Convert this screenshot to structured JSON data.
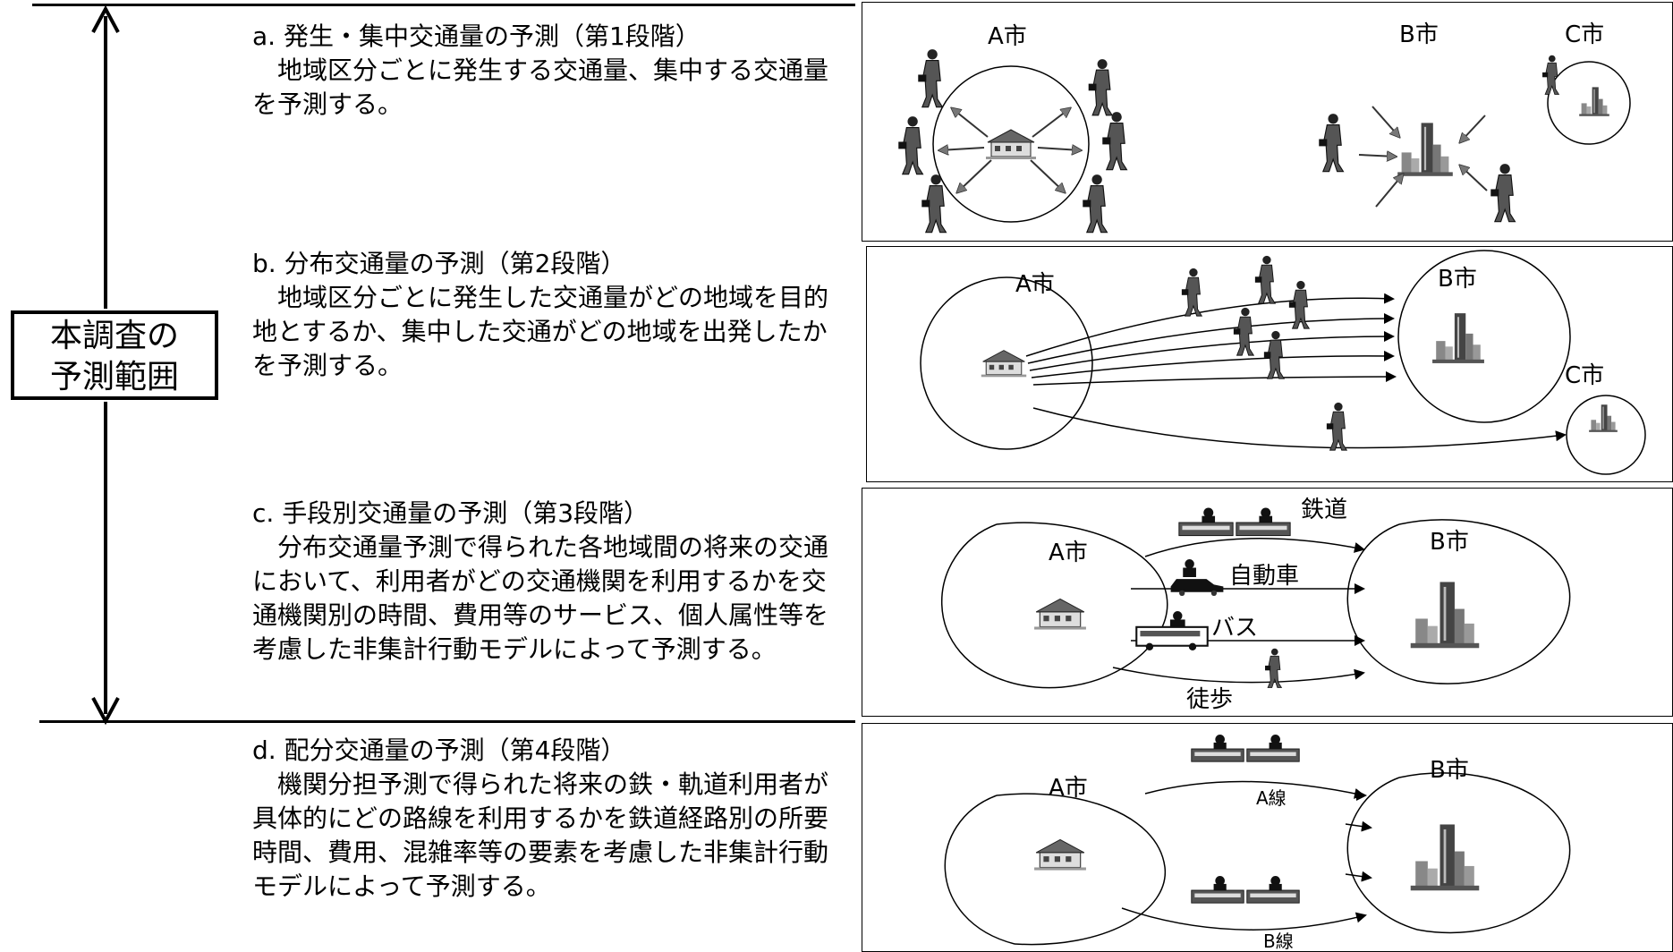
{
  "scope_label": [
    "本調査の",
    "予測範囲"
  ],
  "steps": [
    {
      "heading": "a. 発生・集中交通量の予測（第1段階）",
      "body": "地域区分ごとに発生する交通量、集中する交通量を予測する。"
    },
    {
      "heading": "b. 分布交通量の予測（第2段階）",
      "body": "地域区分ごとに発生した交通量がどの地域を目的地とするか、集中した交通がどの地域を出発したかを予測する。"
    },
    {
      "heading": "c. 手段別交通量の予測（第3段階）",
      "body": "分布交通量予測で得られた各地域間の将来の交通において、利用者がどの交通機関を利用するかを交通機関別の時間、費用等のサービス、個人属性等を考慮した非集計行動モデルによって予測する。"
    },
    {
      "heading": "d. 配分交通量の予測（第4段階）",
      "body": "機関分担予測で得られた将来の鉄・軌道利用者が具体的にどの路線を利用するかを鉄道経路別の所要時間、費用、混雑率等の要素を考慮した非集計行動モデルによって予測する。"
    }
  ],
  "panels": {
    "a": {
      "city_a": "A市",
      "city_b": "B市",
      "city_c": "C市"
    },
    "b": {
      "city_a": "A市",
      "city_b": "B市",
      "city_c": "C市"
    },
    "c": {
      "city_a": "A市",
      "city_b": "B市",
      "mode_rail": "鉄道",
      "mode_car": "自動車",
      "mode_bus": "バス",
      "mode_walk": "徒歩"
    },
    "d": {
      "city_a": "A市",
      "city_b": "B市",
      "line_a": "A線",
      "line_b": "B線"
    }
  },
  "icons": [
    "walking-person-icon",
    "house-icon",
    "building-icon",
    "train-icon",
    "car-icon",
    "bus-icon",
    "arrow-icon"
  ]
}
